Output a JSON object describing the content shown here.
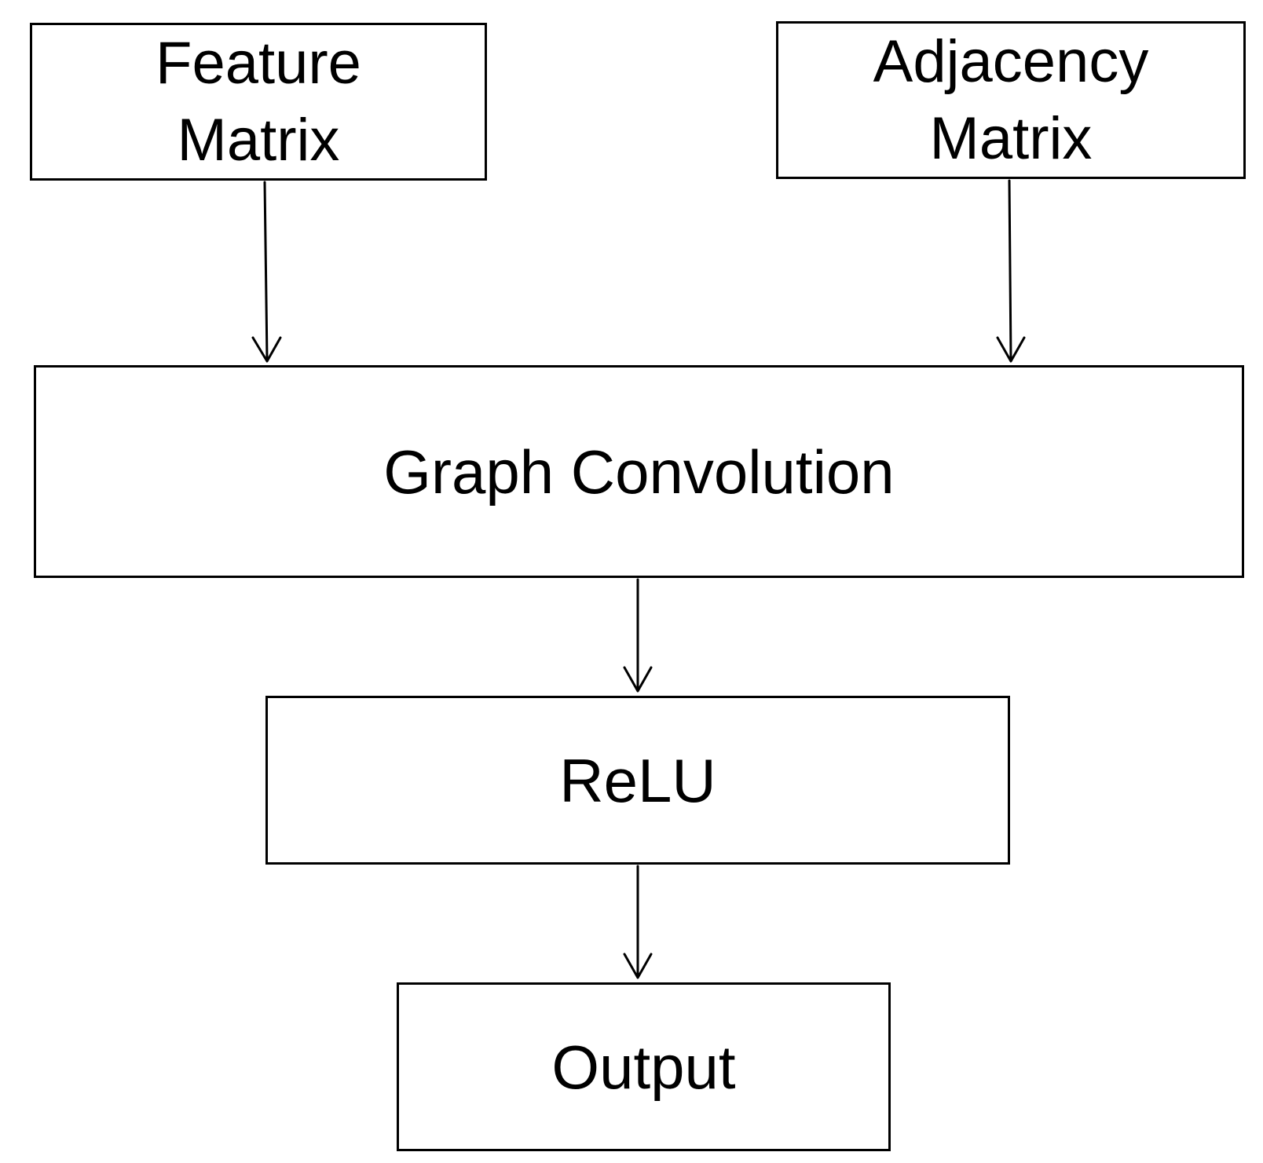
{
  "diagram": {
    "nodes": {
      "feature_matrix": {
        "line1": "Feature",
        "line2": "Matrix"
      },
      "adjacency_matrix": {
        "line1": "Adjacency",
        "line2": "Matrix"
      },
      "graph_convolution": {
        "label": "Graph Convolution"
      },
      "relu": {
        "label": "ReLU"
      },
      "output": {
        "label": "Output"
      }
    },
    "edges": [
      {
        "from": "feature_matrix",
        "to": "graph_convolution"
      },
      {
        "from": "adjacency_matrix",
        "to": "graph_convolution"
      },
      {
        "from": "graph_convolution",
        "to": "relu"
      },
      {
        "from": "relu",
        "to": "output"
      }
    ],
    "colors": {
      "stroke": "#000000",
      "fill": "#ffffff",
      "text": "#000000"
    }
  }
}
